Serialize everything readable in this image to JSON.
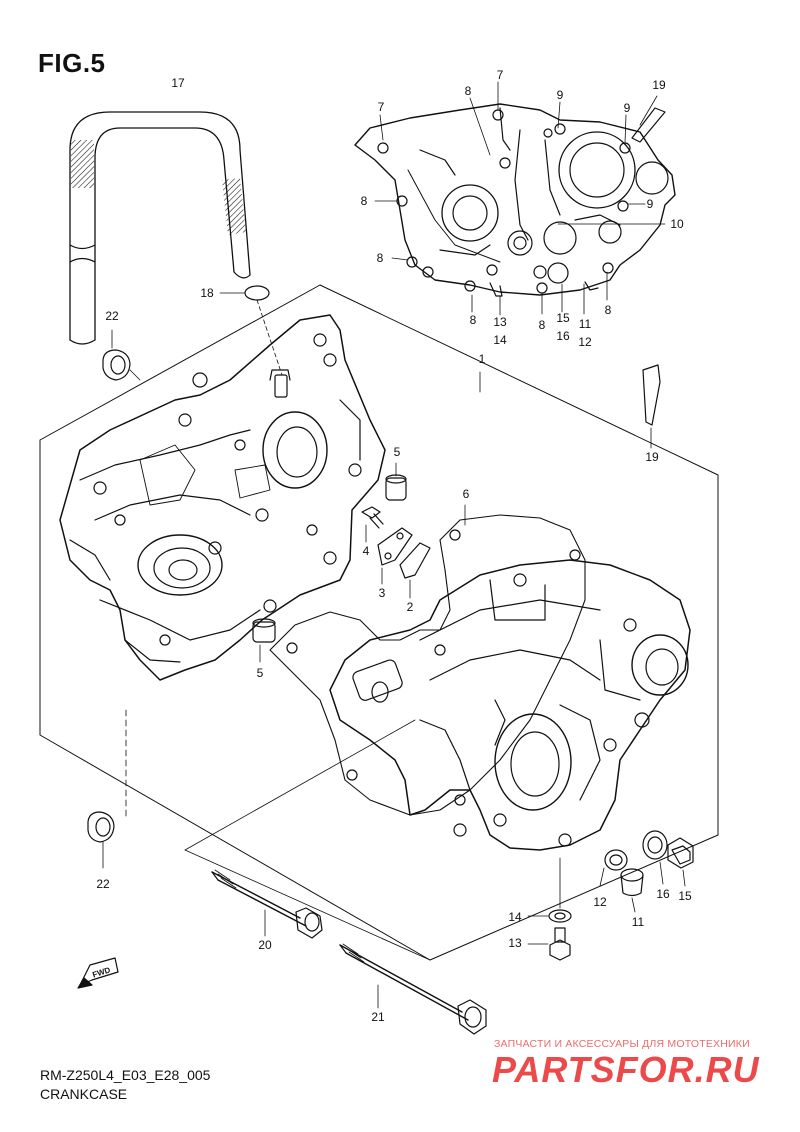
{
  "figure": {
    "title": "FIG.5"
  },
  "footer": {
    "model_code": "RM-Z250L4_E03_E28_005",
    "section_name": "CRANKCASE"
  },
  "watermark": {
    "tagline": "ЗАПЧАСТИ И АКСЕССУАРЫ ДЛЯ МОТОТЕХНИКИ",
    "brand": "PARTSFOR.RU",
    "color": "#ec4a4a"
  },
  "fwd_label": "FWD",
  "callouts": {
    "c17": "17",
    "c18": "18",
    "c22a": "22",
    "c22b": "22",
    "c1": "1",
    "c7a": "7",
    "c7b": "7",
    "c8a": "8",
    "c8b": "8",
    "c8c": "8",
    "c8d": "8",
    "c8e": "8",
    "c8f": "8",
    "c9a": "9",
    "c9b": "9",
    "c9c": "9",
    "c19a": "19",
    "c19b": "19",
    "c10": "10",
    "c13a": "13",
    "c14a": "14",
    "c15a": "15",
    "c16a": "16",
    "c11a": "11",
    "c12a": "12",
    "c5a": "5",
    "c5b": "5",
    "c6": "6",
    "c4": "4",
    "c3": "3",
    "c2": "2",
    "c12b": "12",
    "c11b": "11",
    "c16b": "16",
    "c15b": "15",
    "c14b": "14",
    "c13b": "13",
    "c20": "20",
    "c21": "21"
  }
}
